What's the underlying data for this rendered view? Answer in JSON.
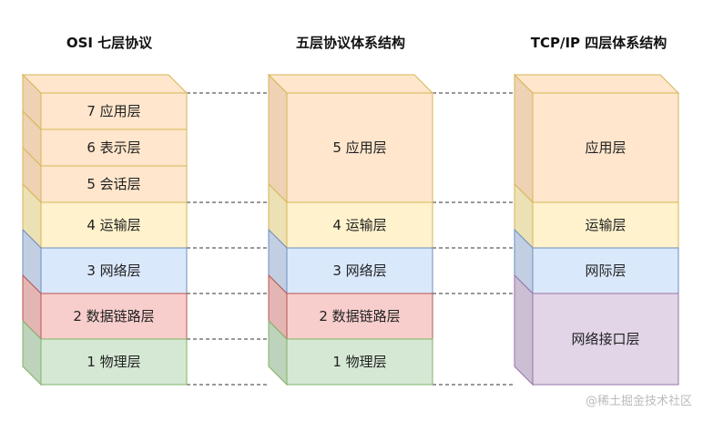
{
  "columns": [
    {
      "title": "OSI 七层协议",
      "layers": [
        {
          "label": "7 应用层",
          "fill": "#ffe6cc",
          "side": "#eed2b3",
          "stroke": "#d6b656"
        },
        {
          "label": "6 表示层",
          "fill": "#ffe6cc",
          "side": "#eed2b3",
          "stroke": "#d6b656"
        },
        {
          "label": "5 会话层",
          "fill": "#ffe6cc",
          "side": "#eed2b3",
          "stroke": "#d6b656"
        },
        {
          "label": "4 运输层",
          "fill": "#fff2cc",
          "side": "#ece0b5",
          "stroke": "#d6b656"
        },
        {
          "label": "3 网络层",
          "fill": "#dae8fc",
          "side": "#c2cfe3",
          "stroke": "#6c8ebf"
        },
        {
          "label": "2 数据链路层",
          "fill": "#f8cecc",
          "side": "#e3b6b4",
          "stroke": "#b85450"
        },
        {
          "label": "1 物理层",
          "fill": "#d5e8d4",
          "side": "#bdd3bb",
          "stroke": "#82b366"
        }
      ]
    },
    {
      "title": "五层协议体系结构",
      "layers": [
        {
          "label": "5 应用层",
          "fill": "#ffe6cc",
          "side": "#eed2b3",
          "stroke": "#d6b656"
        },
        {
          "label": "4 运输层",
          "fill": "#fff2cc",
          "side": "#ece0b5",
          "stroke": "#d6b656"
        },
        {
          "label": "3 网络层",
          "fill": "#dae8fc",
          "side": "#c2cfe3",
          "stroke": "#6c8ebf"
        },
        {
          "label": "2 数据链路层",
          "fill": "#f8cecc",
          "side": "#e3b6b4",
          "stroke": "#b85450"
        },
        {
          "label": "1 物理层",
          "fill": "#d5e8d4",
          "side": "#bdd3bb",
          "stroke": "#82b366"
        }
      ]
    },
    {
      "title": "TCP/IP 四层体系结构",
      "layers": [
        {
          "label": "应用层",
          "fill": "#ffe6cc",
          "side": "#eed2b3",
          "stroke": "#d6b656"
        },
        {
          "label": "运输层",
          "fill": "#fff2cc",
          "side": "#ece0b5",
          "stroke": "#d6b656"
        },
        {
          "label": "网际层",
          "fill": "#dae8fc",
          "side": "#c2cfe3",
          "stroke": "#6c8ebf"
        },
        {
          "label": "网络接口层",
          "fill": "#e1d5e7",
          "side": "#cbbfd3",
          "stroke": "#9673a6"
        }
      ]
    }
  ],
  "watermark": "@稀土掘金技术社区"
}
